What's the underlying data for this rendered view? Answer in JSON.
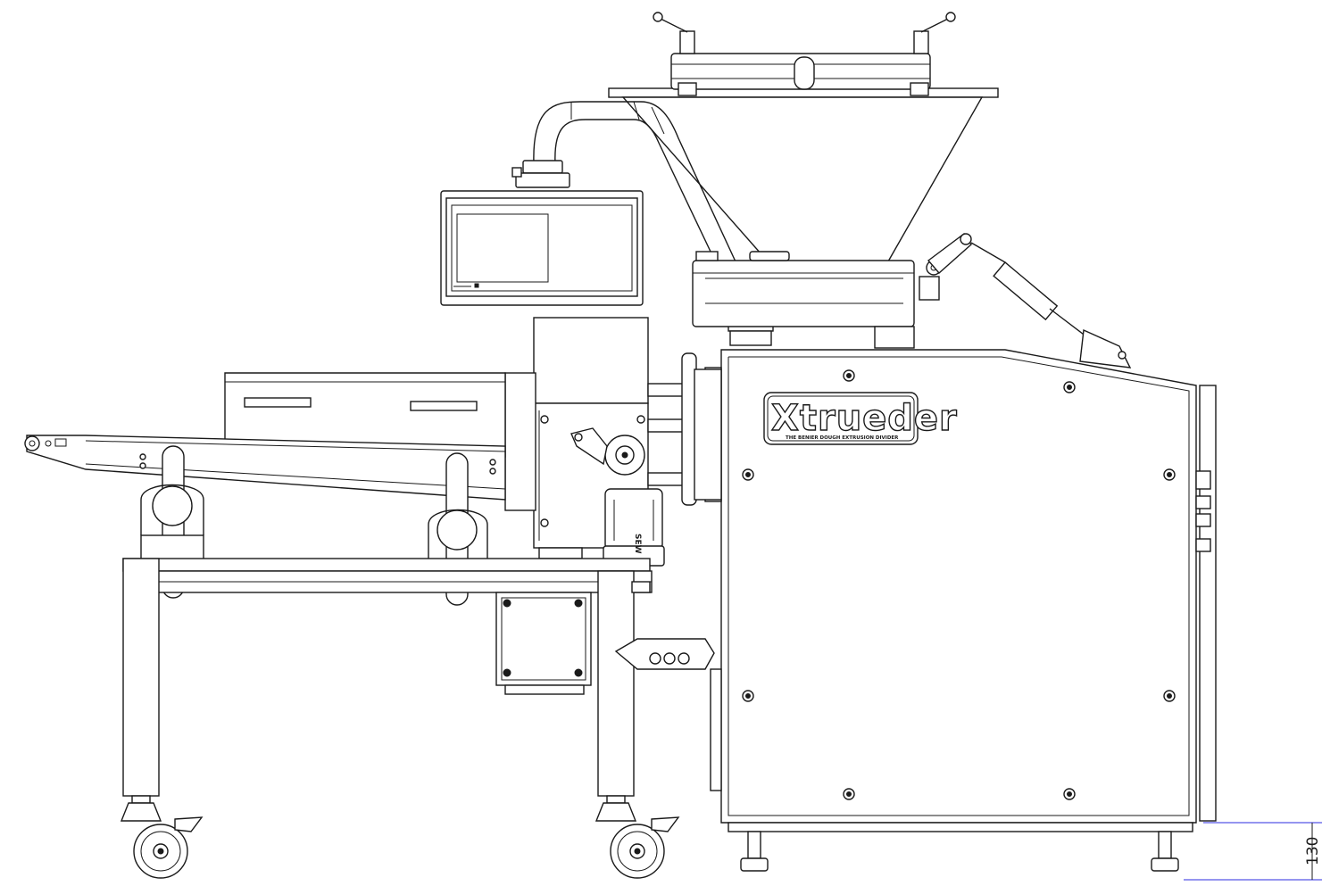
{
  "logo": {
    "brand_text": "Xtrueder",
    "tagline": "THE BENIER DOUGH EXTRUSION DIVIDER"
  },
  "motor": {
    "label": "SEW"
  },
  "dimension": {
    "value": "130"
  },
  "colors": {
    "line": "#1a1a1a",
    "dimension_line": "#2b2be0",
    "background": "#ffffff"
  }
}
